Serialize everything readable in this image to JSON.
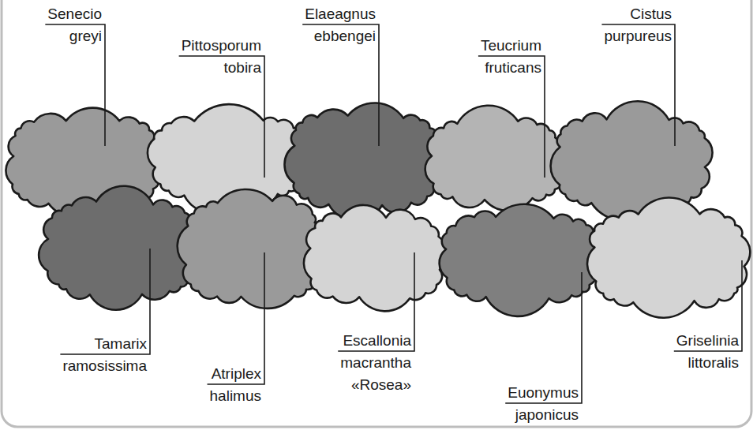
{
  "diagram": {
    "labels": [
      "Senecio greyi",
      "Pittosporum tobira",
      "Elaeagnus ebbengei",
      "Teucrium fruticans",
      "Cistus purpureus",
      "Tamarix ramosissima",
      "Atriplex halimus",
      "Escallonia macrantha «Rosea»",
      "Euonymus japonicus",
      "Griselinia littoralis"
    ]
  }
}
